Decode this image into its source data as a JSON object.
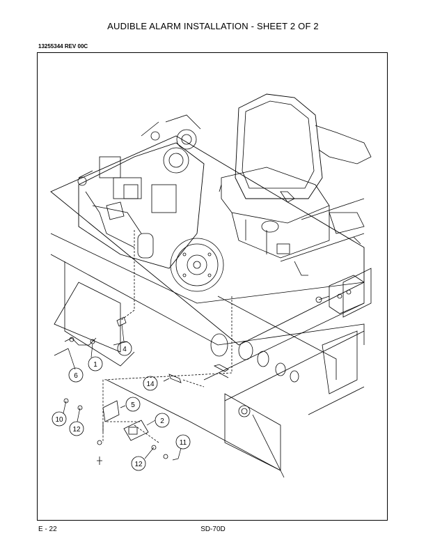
{
  "title": "AUDIBLE ALARM INSTALLATION - SHEET 2 OF 2",
  "document_number": "13255344 REV 00C",
  "footer": {
    "page": "E - 22",
    "model": "SD-70D"
  },
  "callouts": [
    {
      "id": "c1",
      "label": "1"
    },
    {
      "id": "c2",
      "label": "2"
    },
    {
      "id": "c4",
      "label": "4"
    },
    {
      "id": "c5",
      "label": "5"
    },
    {
      "id": "c6",
      "label": "6"
    },
    {
      "id": "c10",
      "label": "10"
    },
    {
      "id": "c11",
      "label": "11"
    },
    {
      "id": "c12a",
      "label": "12"
    },
    {
      "id": "c12b",
      "label": "12"
    },
    {
      "id": "c14",
      "label": "14"
    }
  ]
}
